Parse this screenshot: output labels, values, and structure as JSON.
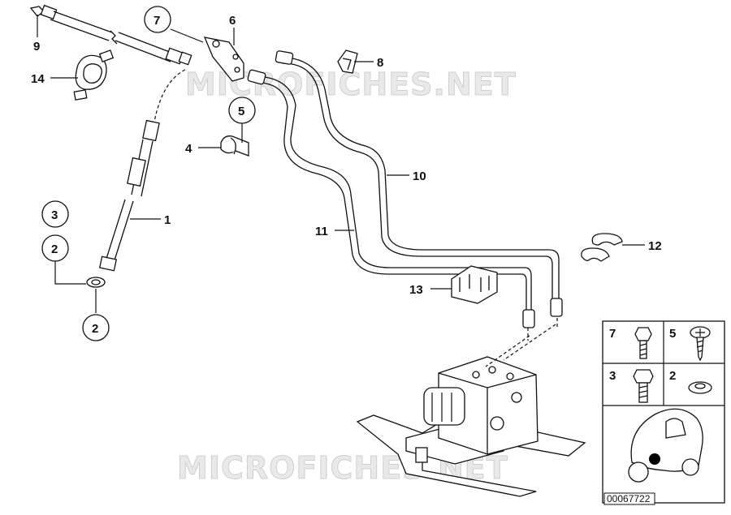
{
  "watermarks": [
    "MICROFICHES.NET",
    "MICROFICHES.NET"
  ],
  "callouts": {
    "c1": "1",
    "c2a": "2",
    "c2b": "2",
    "c3": "3",
    "c4": "4",
    "c5": "5",
    "c6": "6",
    "c7": "7",
    "c8": "8",
    "c9": "9",
    "c10": "10",
    "c11": "11",
    "c12": "12",
    "c13": "13",
    "c14": "14"
  },
  "legend": {
    "cells": [
      {
        "label": "7",
        "icon": "bolt-icon"
      },
      {
        "label": "5",
        "icon": "screw-icon"
      },
      {
        "label": "3",
        "icon": "bolt-icon"
      },
      {
        "label": "2",
        "icon": "washer-icon"
      }
    ],
    "reference": "00067722"
  }
}
